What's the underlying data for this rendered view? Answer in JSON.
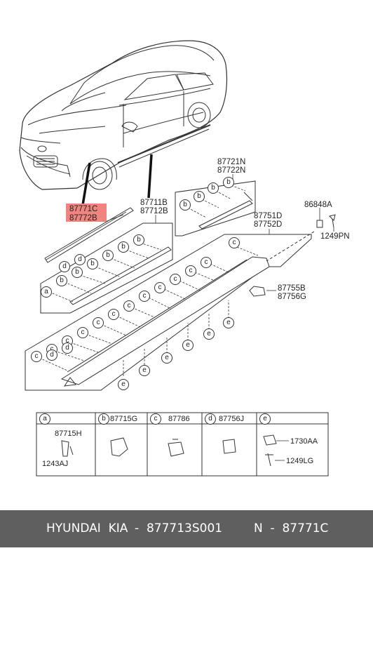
{
  "callouts": {
    "p87771C": "87771C",
    "p87772B": "87772B",
    "p87711B": "87711B",
    "p87712B": "87712B",
    "p87721N": "87721N",
    "p87722N": "87722N",
    "p86848A": "86848A",
    "p1249PN": "1249PN",
    "p87751D": "87751D",
    "p87752D": "87752D",
    "p87755B": "87755B",
    "p87756G": "87756G"
  },
  "letters": {
    "a": "a",
    "b": "b",
    "c": "c",
    "d": "d",
    "e": "e"
  },
  "table": {
    "cells": [
      {
        "letter": "a",
        "part": ""
      },
      {
        "letter": "b",
        "part": "87715G"
      },
      {
        "letter": "c",
        "part": "87786"
      },
      {
        "letter": "d",
        "part": "87756J"
      },
      {
        "letter": "e",
        "part": ""
      }
    ],
    "a_top": "87715H",
    "a_bottom": "1243AJ",
    "e_top": "1730AA",
    "e_bottom": "1249LG"
  },
  "footer": {
    "brand": "HYUNDAI  KIA",
    "code": "-  877713S001",
    "ref": "N  -  87771C"
  },
  "colors": {
    "highlight": "#f0857f",
    "footer_bg": "#5f5f5f"
  }
}
